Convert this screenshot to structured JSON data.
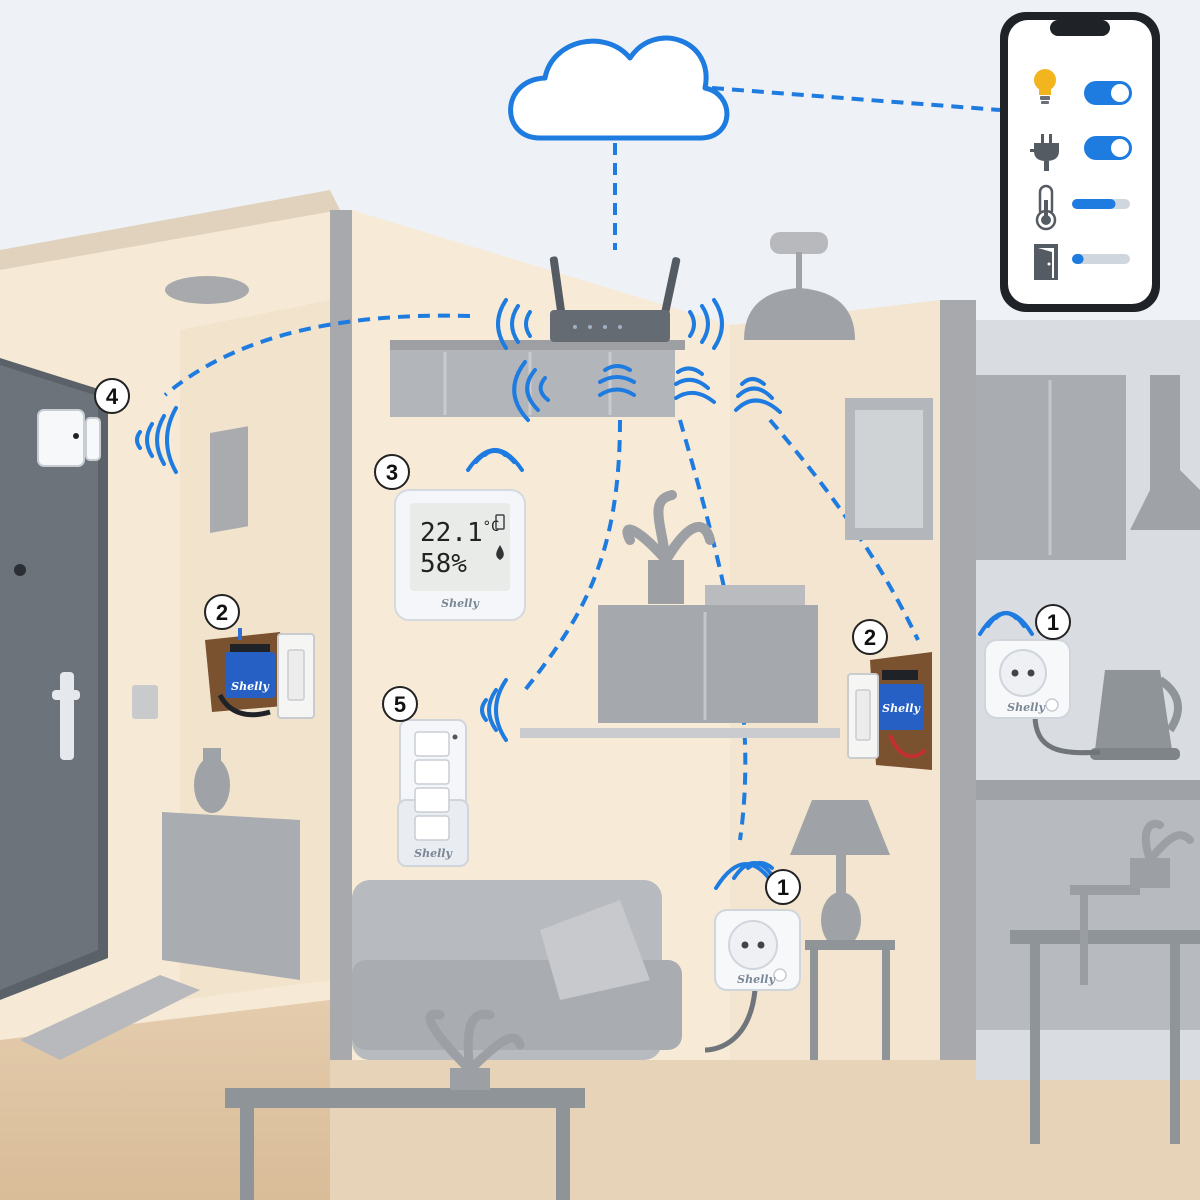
{
  "devices": {
    "plug_center": {
      "number": "1",
      "brand": "Shelly"
    },
    "plug_right": {
      "number": "1",
      "brand": "Shelly"
    },
    "relay_left": {
      "number": "2",
      "brand": "Shelly"
    },
    "relay_right": {
      "number": "2",
      "brand": "Shelly"
    },
    "ht_sensor": {
      "number": "3",
      "brand": "Shelly",
      "temperature": "22.1",
      "temperature_unit": "°C",
      "humidity": "58%"
    },
    "door_sensor": {
      "number": "4"
    },
    "remote": {
      "number": "5",
      "brand": "Shelly"
    }
  },
  "phone_app": {
    "rows": [
      {
        "icon": "light-bulb-icon",
        "control": "toggle",
        "state": "on"
      },
      {
        "icon": "power-plug-icon",
        "control": "toggle",
        "state": "on"
      },
      {
        "icon": "thermometer-icon",
        "control": "slider",
        "level": 0.75
      },
      {
        "icon": "door-icon",
        "control": "slider",
        "level": 0.2
      }
    ],
    "colors": {
      "accent": "#1e7be0",
      "track": "#cfd6de"
    }
  },
  "colors": {
    "connection": "#1e7be0",
    "wall": "#f5ead8",
    "furniture": "#8f9499"
  }
}
